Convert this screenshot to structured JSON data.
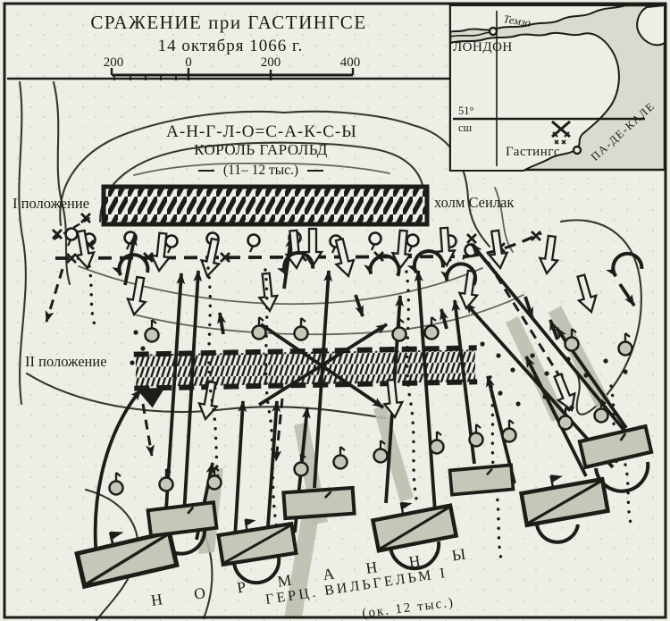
{
  "colors": {
    "paper": "#edeee5",
    "ink": "#1d1d18",
    "unit_fill": "#c3c8b8",
    "sea_fill": "#d9dbce",
    "band_gray": "#b9beae"
  },
  "title": {
    "line1": "СРАЖЕНИЕ при ГАСТИНГСЕ",
    "line2": "14 октября 1066 г."
  },
  "scale_bar": {
    "labels": [
      "200",
      "0",
      "200",
      "400"
    ]
  },
  "inset": {
    "city": "ЛОНДОН",
    "river": "Темза",
    "latitude": "51°",
    "latitude_sub": "сш",
    "town": "Гастингс",
    "strait": "ПА-ДЕ-КАЛЕ"
  },
  "anglo_saxons": {
    "name": "А-Н-Г-Л-О=С-А-К-С-Ы",
    "leader": "КОРОЛЬ ГАРОЛЬД",
    "strength": "(11– 12 тыс.)",
    "position1": "I положение",
    "position2": "II положение",
    "hill": "холм Сеилак"
  },
  "normans": {
    "name": "НОРМАННЫ",
    "leader": "ГЕРЦ. ВИЛЬГЕЛЬМ I",
    "strength": "(ок. 12 тыс.)"
  }
}
